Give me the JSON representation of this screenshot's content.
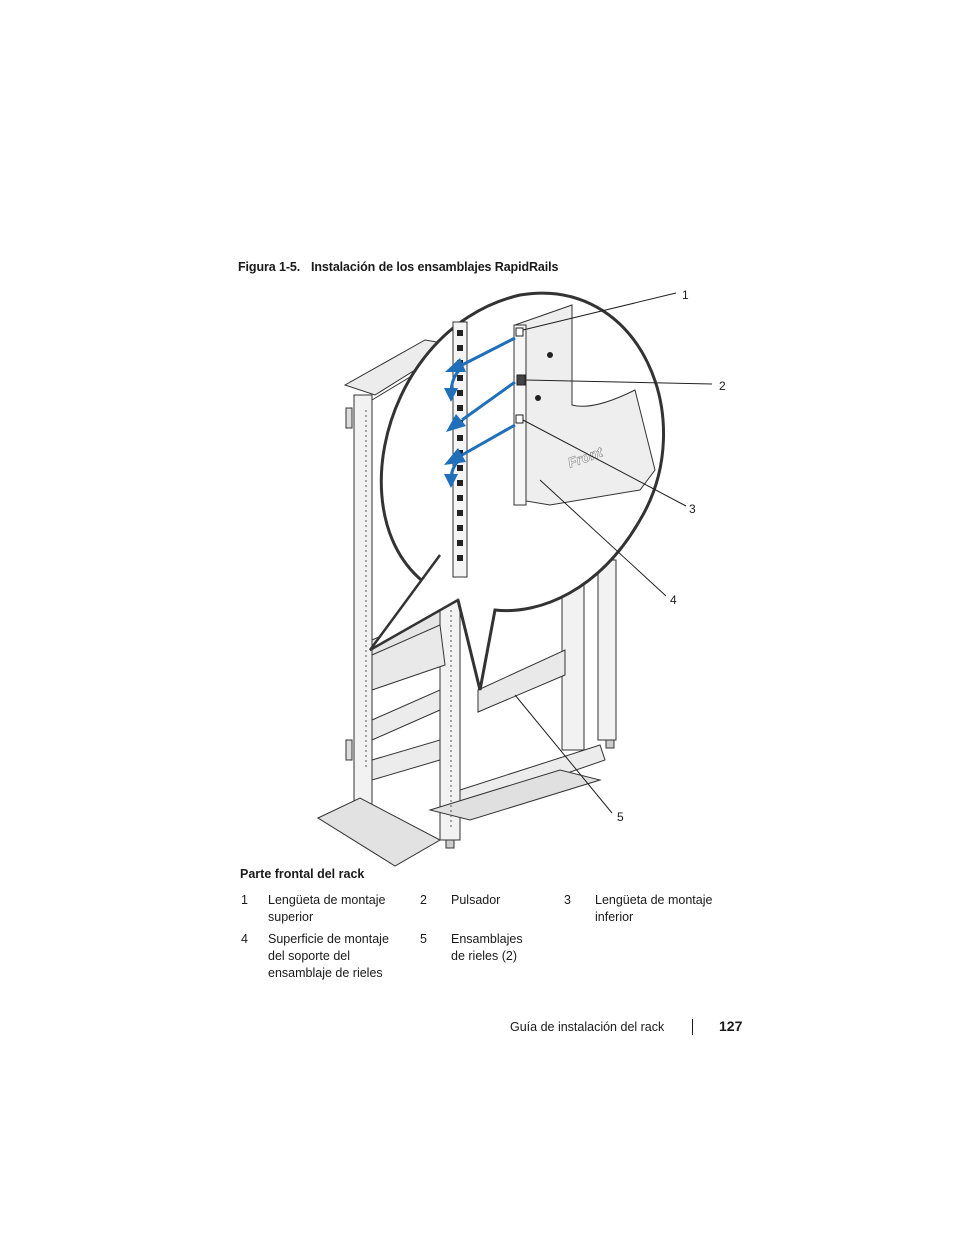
{
  "caption": {
    "number": "Figura 1-5.",
    "title": "Instalación de los ensamblajes RapidRails"
  },
  "figure": {
    "callouts": [
      "1",
      "2",
      "3",
      "4",
      "5"
    ],
    "rail_text": "Front"
  },
  "subheading": "Parte frontal del rack",
  "legend": [
    {
      "num": "1",
      "text": "Lengüeta de montaje superior"
    },
    {
      "num": "2",
      "text": "Pulsador"
    },
    {
      "num": "3",
      "text": "Lengüeta de montaje inferior"
    },
    {
      "num": "4",
      "text": "Superficie de montaje del soporte del ensamblaje de rieles"
    },
    {
      "num": "5",
      "text": "Ensamblajes de rieles (2)"
    }
  ],
  "footer": {
    "text": "Guía de instalación del rack",
    "page": "127"
  },
  "colors": {
    "arrow": "#1f6fba",
    "line": "#333333",
    "fill_light": "#ececec",
    "fill_mid": "#d6d6d6"
  }
}
